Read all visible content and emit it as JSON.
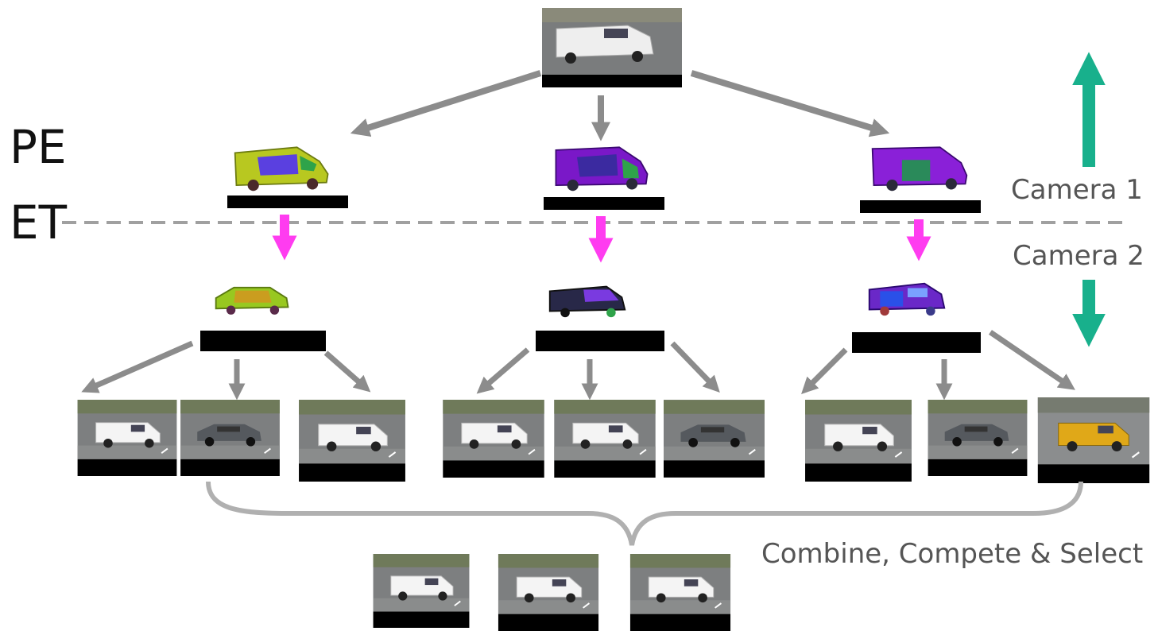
{
  "labels": {
    "pe": "PE",
    "et": "ET",
    "camera_1": "Camera 1",
    "camera_2": "Camera 2",
    "combine": "Combine, Compete & Select"
  },
  "colors": {
    "gray_arrow": "#8c8c8c",
    "magenta_arrow": "#ff3cf0",
    "teal_arrow": "#18b08c",
    "dashed_line": "#a0a0a0",
    "bar": "#000000",
    "road": "#7d7f80",
    "grass": "#6f7a5a"
  },
  "icons": {
    "input_image": "white-van-photo-icon",
    "pose_models": [
      "green-yellow-van-model-icon",
      "purple-van-model-icon",
      "purple-van-model-icon"
    ],
    "transferred_models": [
      "green-yellow-car-model-icon",
      "blue-purple-van-model-icon",
      "blue-purple-van-model-icon"
    ],
    "results": [
      "white-van-photo-icon",
      "gray-car-photo-icon",
      "yellow-van-photo-icon"
    ]
  }
}
